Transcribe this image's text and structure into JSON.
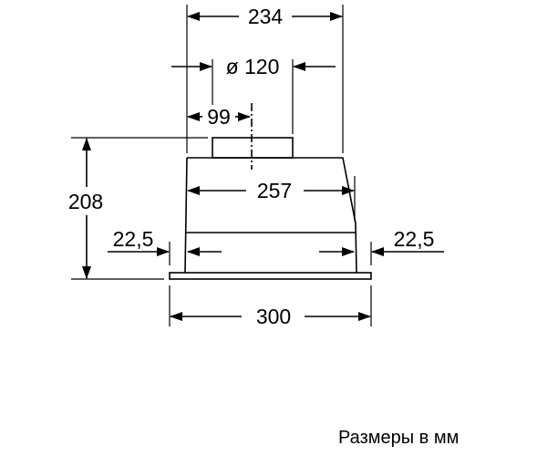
{
  "dimensions": {
    "top_width": "234",
    "duct_diameter": "ø 120",
    "duct_offset": "99",
    "height": "208",
    "body_width": "257",
    "left_inset": "22,5",
    "right_inset": "22,5",
    "overall_width": "300"
  },
  "caption": "Размеры в мм"
}
